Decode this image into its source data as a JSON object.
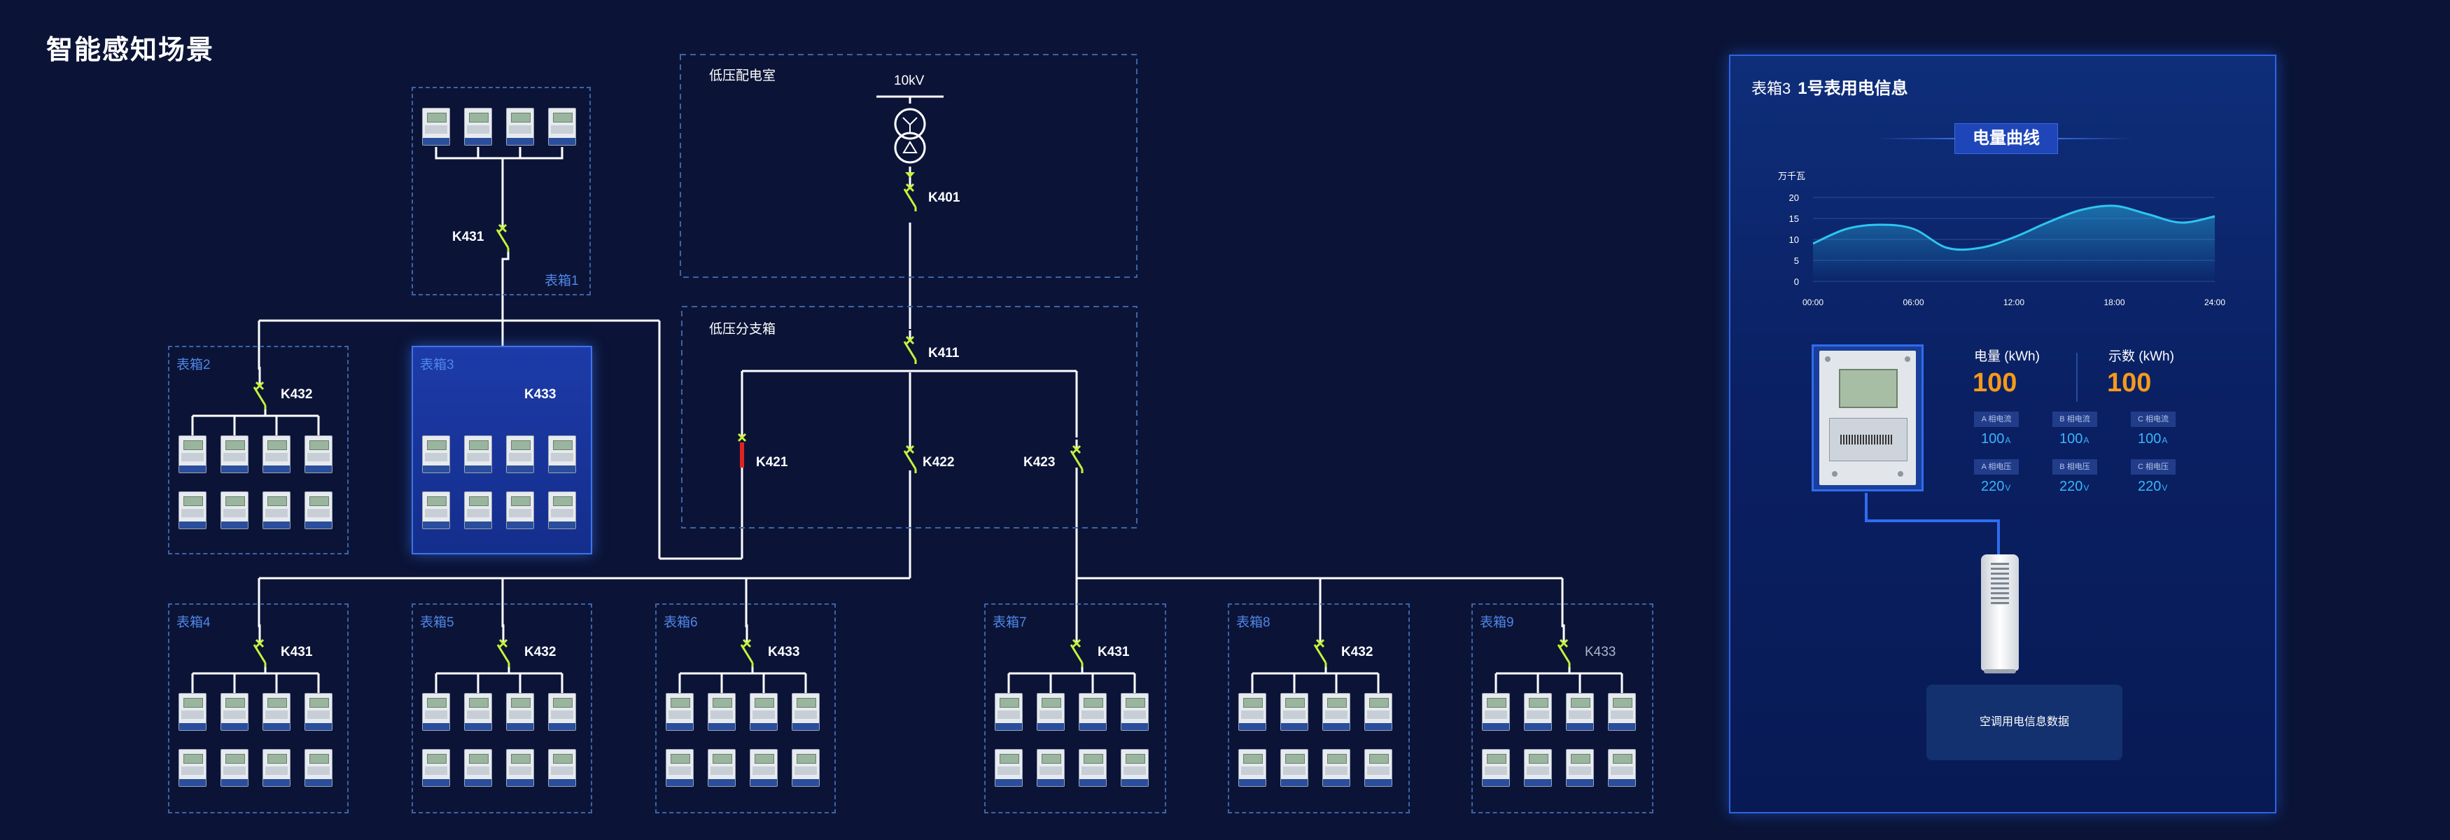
{
  "page": {
    "title": "智能感知场景"
  },
  "zones": {
    "room": "低压配电室",
    "branch": "低压分支箱",
    "voltage": "10kV"
  },
  "switches": {
    "main": "K401",
    "branch": "K411",
    "k421": "K421",
    "k422": "K422",
    "k423": "K423"
  },
  "boxes": [
    {
      "label": "表箱1",
      "switch": "K431"
    },
    {
      "label": "表箱2",
      "switch": "K432"
    },
    {
      "label": "表箱3",
      "switch": "K433"
    },
    {
      "label": "表箱4",
      "switch": "K431"
    },
    {
      "label": "表箱5",
      "switch": "K432"
    },
    {
      "label": "表箱6",
      "switch": "K433"
    },
    {
      "label": "表箱7",
      "switch": "K431"
    },
    {
      "label": "表箱8",
      "switch": "K432"
    },
    {
      "label": "表箱9",
      "switch": "K433"
    }
  ],
  "panel": {
    "box": "表箱3",
    "title": "1号表用电信息",
    "curve_title": "电量曲线",
    "energy_label": "电量 (kWh)",
    "energy_value": "100",
    "reading_label": "示数 (kWh)",
    "reading_value": "100",
    "currents": [
      {
        "label": "A 相电流",
        "value": "100",
        "unit": "A"
      },
      {
        "label": "B 相电流",
        "value": "100",
        "unit": "A"
      },
      {
        "label": "C 相电流",
        "value": "100",
        "unit": "A"
      }
    ],
    "voltages": [
      {
        "label": "A 相电压",
        "value": "220",
        "unit": "V"
      },
      {
        "label": "B 相电压",
        "value": "220",
        "unit": "V"
      },
      {
        "label": "C 相电压",
        "value": "220",
        "unit": "V"
      }
    ],
    "ac_button": "空调用电信息数据"
  },
  "chart_data": {
    "type": "area",
    "title": "电量曲线",
    "ylabel": "万千瓦",
    "ylim": [
      0,
      20
    ],
    "yticks": [
      0,
      5,
      10,
      15,
      20
    ],
    "xticks": [
      "00:00",
      "06:00",
      "12:00",
      "18:00",
      "24:00"
    ],
    "x": [
      0,
      2,
      4,
      6,
      8,
      10,
      12,
      14,
      16,
      18,
      20,
      22,
      24
    ],
    "values": [
      9,
      12.5,
      13.5,
      12.5,
      8,
      8,
      10.5,
      14,
      17,
      18,
      16,
      14,
      15.5
    ],
    "grid": true,
    "color": "#2ec5f0"
  },
  "colors": {
    "background": "#0b1437",
    "accent": "#2f64e0",
    "switch": "#c6f23c",
    "orange": "#f59a1b",
    "cyan": "#3ab5ff"
  }
}
